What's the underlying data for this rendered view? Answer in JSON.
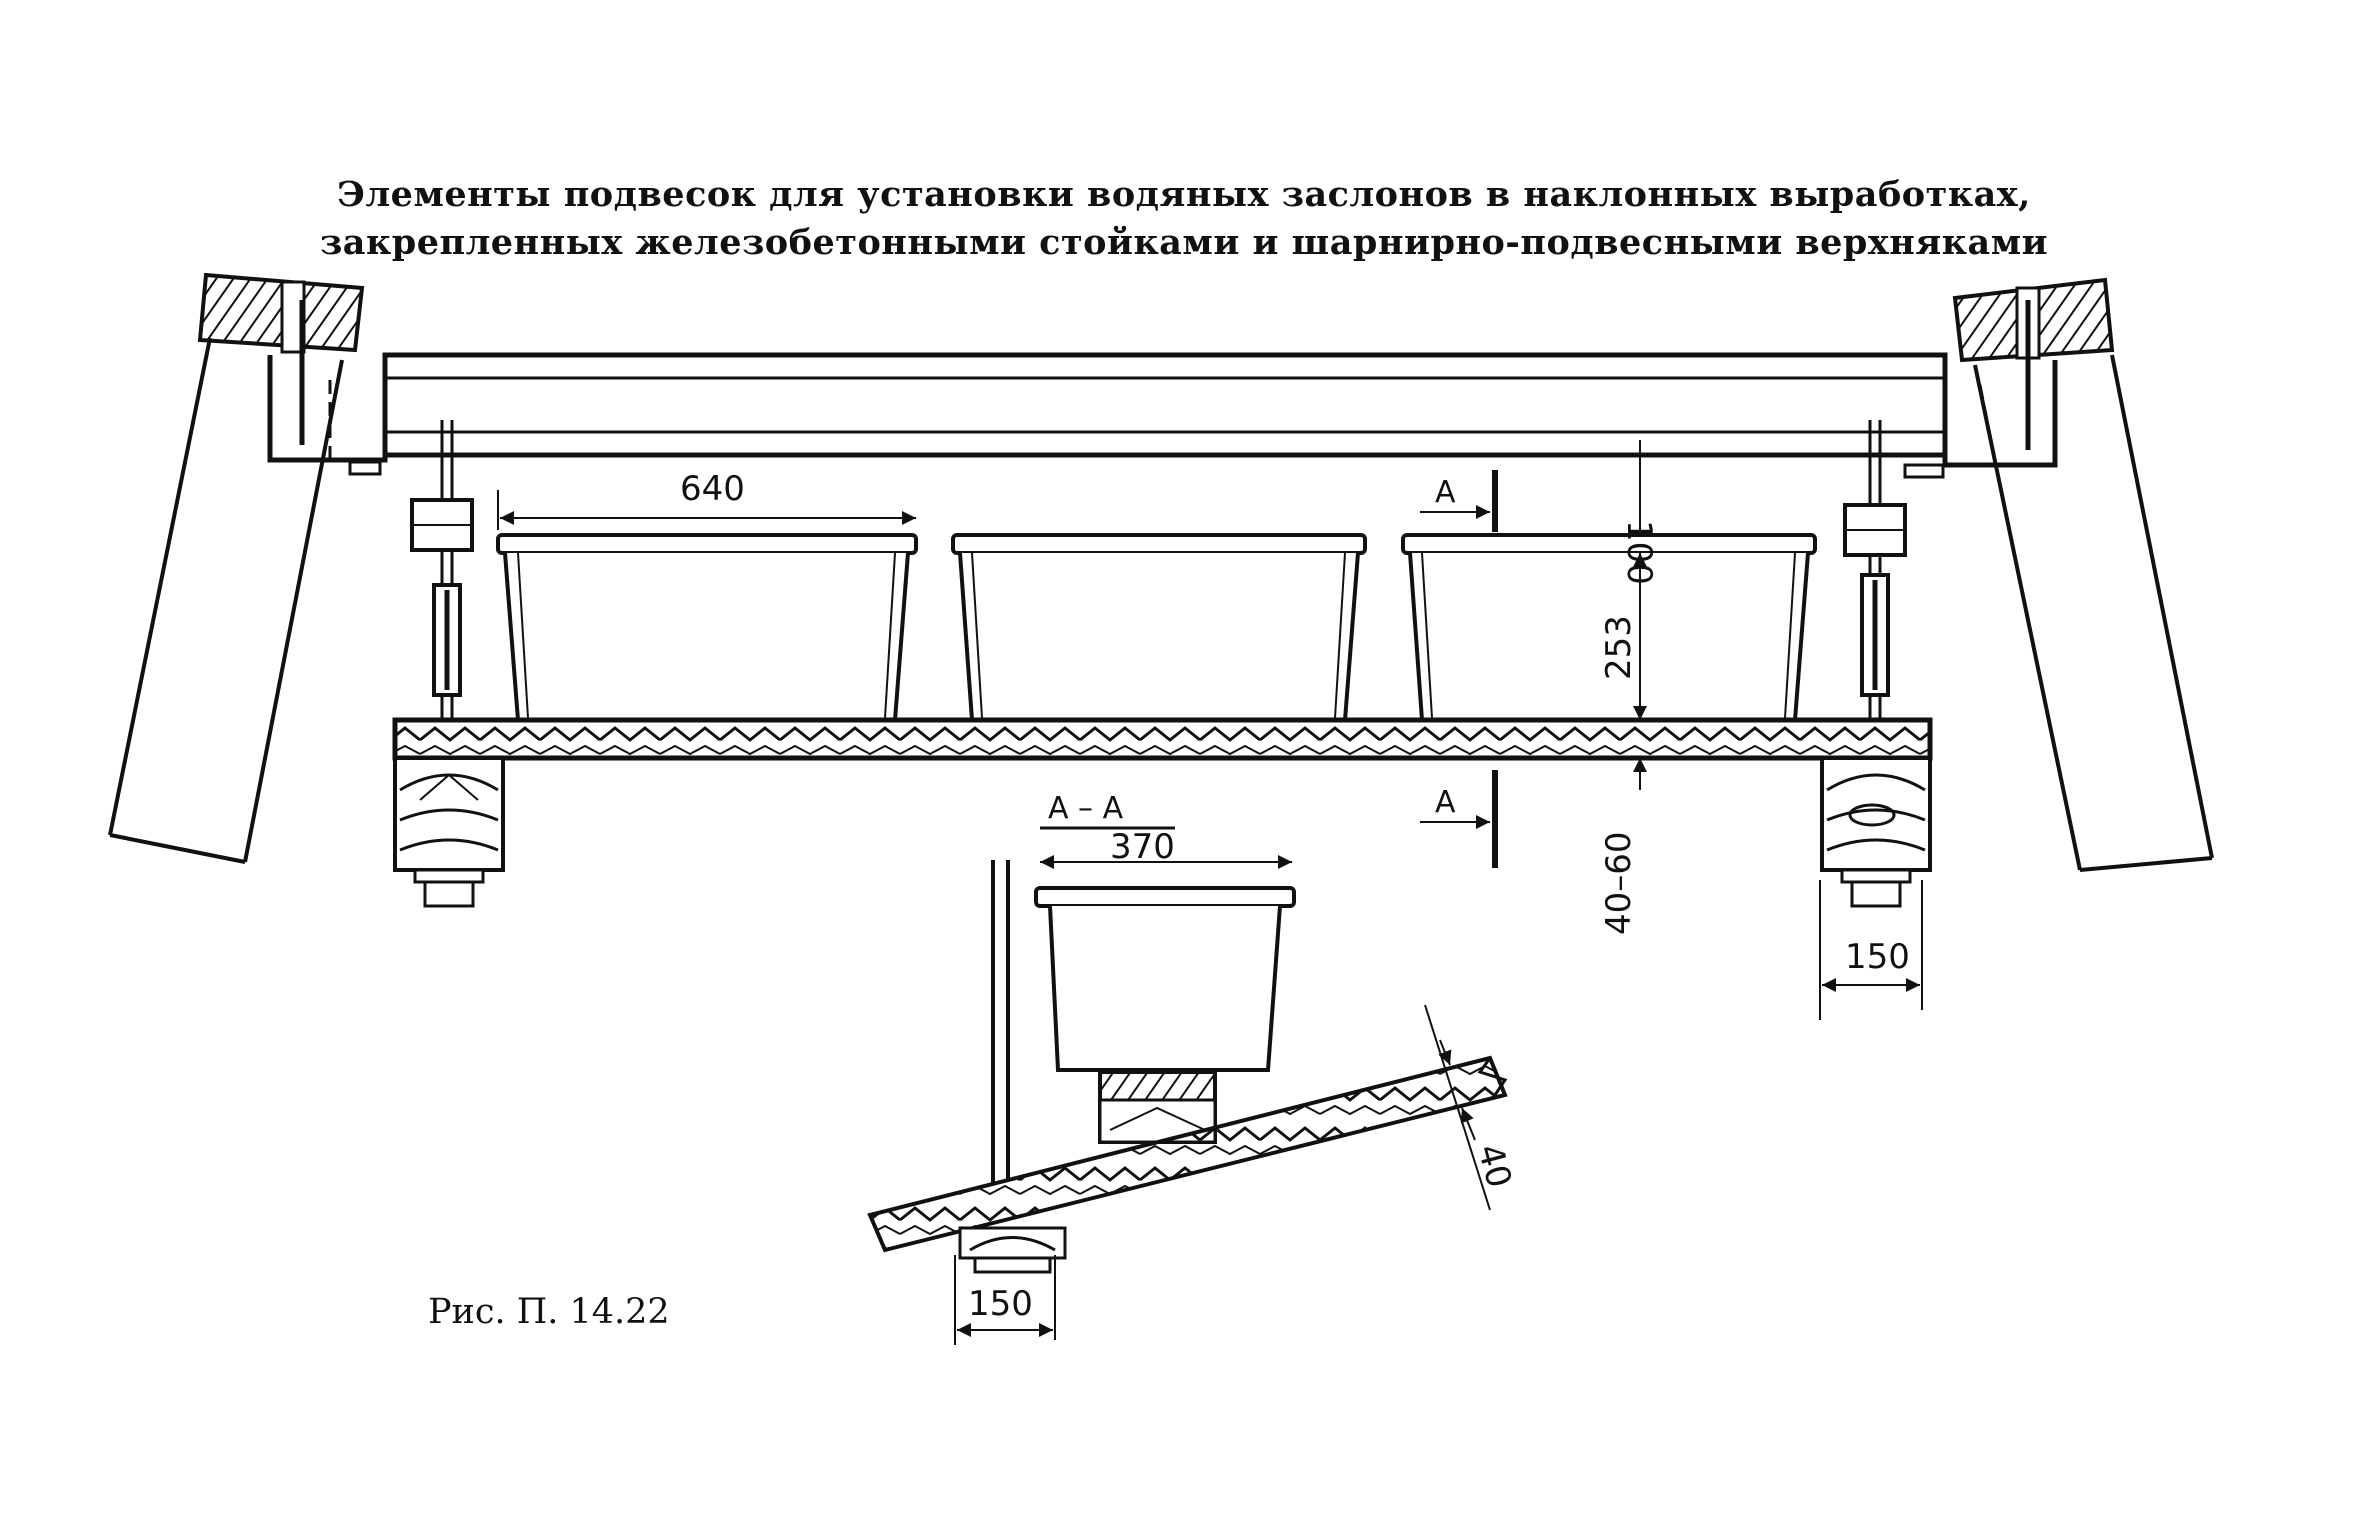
{
  "title": {
    "line1": "Элементы подвесок для установки водяных заслонов в наклонных выработках,",
    "line2": "закрепленных железобетонными стойками и шарнирно-подвесными верхняками"
  },
  "caption": "Рис. П. 14.22",
  "dimensions": {
    "tub_width": "640",
    "top_gap": "100",
    "tub_height": "253",
    "beam_gap": "40–60",
    "section_tub_width": "370",
    "block_width_right": "150",
    "block_width_section": "150",
    "plank_thickness": "40"
  },
  "section_marks": {
    "upper": "A",
    "lower": "A",
    "section_title": "A – A"
  }
}
